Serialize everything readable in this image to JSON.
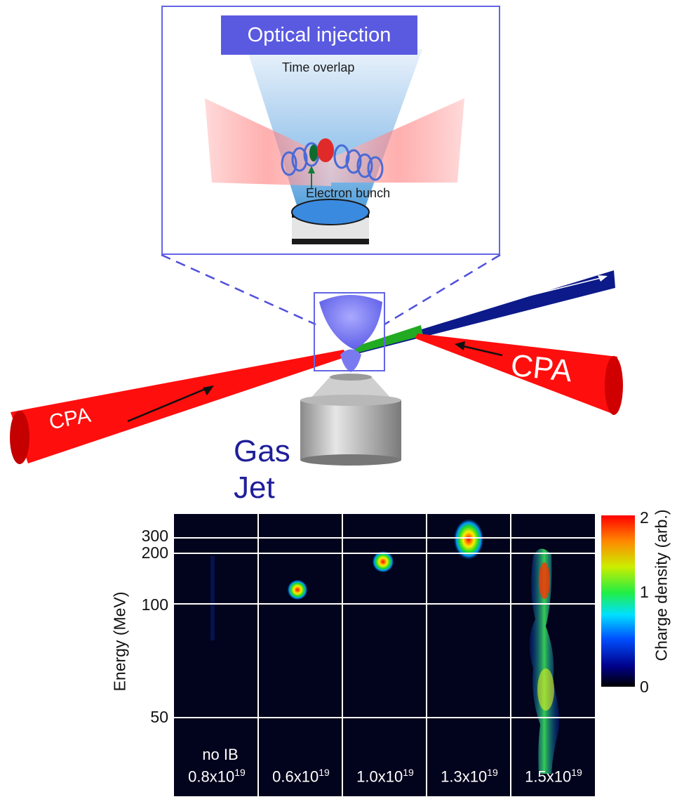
{
  "inset": {
    "title": "Optical injection",
    "time_overlap": "Time overlap",
    "electron_bunch": "Electron bunch"
  },
  "labels": {
    "cpa_left": "CPA",
    "cpa_right": "CPA",
    "gas_jet": "Gas\nJet",
    "gas_line1": "Gas",
    "gas_line2": "Jet"
  },
  "colors": {
    "inset_frame": "#6464e6",
    "inset_title_bg": "#5a5ae0",
    "laser_red": "#ff1010",
    "beam_blue": "#0a1a8c",
    "gas_text": "#1f1f9a"
  },
  "chart_data": {
    "type": "heatmap",
    "ylabel": "Energy (MeV)",
    "yticks": [
      "300",
      "200",
      "100",
      "50"
    ],
    "panels": [
      {
        "line1": "no IB",
        "base": "0.8x10",
        "exp": "19"
      },
      {
        "line1": "",
        "base": "0.6x10",
        "exp": "19"
      },
      {
        "line1": "",
        "base": "1.0x10",
        "exp": "19"
      },
      {
        "line1": "",
        "base": "1.3x10",
        "exp": "19"
      },
      {
        "line1": "",
        "base": "1.5x10",
        "exp": "19"
      }
    ],
    "colorbar": {
      "label": "Charge density (arb.)",
      "ticks": [
        "2",
        "1",
        "0"
      ]
    }
  }
}
